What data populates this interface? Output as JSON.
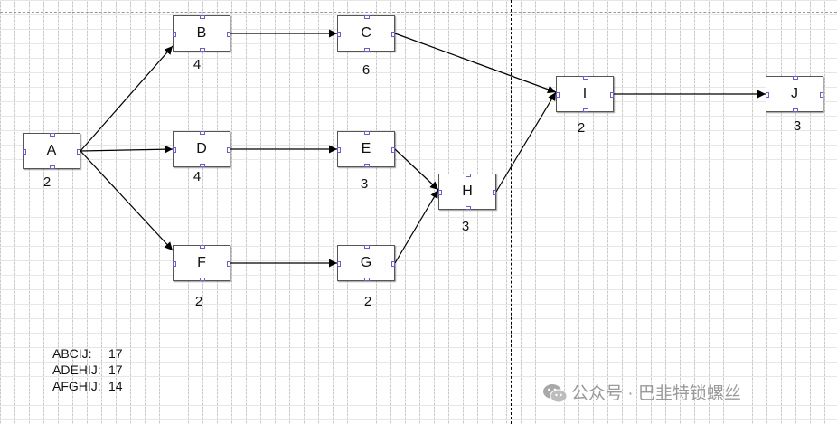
{
  "nodes": {
    "A": {
      "label": "A",
      "duration": "2"
    },
    "B": {
      "label": "B",
      "duration": "4"
    },
    "C": {
      "label": "C",
      "duration": "6"
    },
    "D": {
      "label": "D",
      "duration": "4"
    },
    "E": {
      "label": "E",
      "duration": "3"
    },
    "F": {
      "label": "F",
      "duration": "2"
    },
    "G": {
      "label": "G",
      "duration": "2"
    },
    "H": {
      "label": "H",
      "duration": "3"
    },
    "I": {
      "label": "I",
      "duration": "2"
    },
    "J": {
      "label": "J",
      "duration": "3"
    }
  },
  "edges": [
    [
      "A",
      "B"
    ],
    [
      "A",
      "D"
    ],
    [
      "A",
      "F"
    ],
    [
      "B",
      "C"
    ],
    [
      "D",
      "E"
    ],
    [
      "F",
      "G"
    ],
    [
      "C",
      "I"
    ],
    [
      "E",
      "H"
    ],
    [
      "G",
      "H"
    ],
    [
      "H",
      "I"
    ],
    [
      "I",
      "J"
    ]
  ],
  "paths": [
    {
      "name": "ABCIJ:",
      "total": "17"
    },
    {
      "name": "ADEHIJ:",
      "total": "17"
    },
    {
      "name": "AFGHIJ:",
      "total": "14"
    }
  ],
  "watermark": "公众号 · 巴韭特锁螺丝"
}
